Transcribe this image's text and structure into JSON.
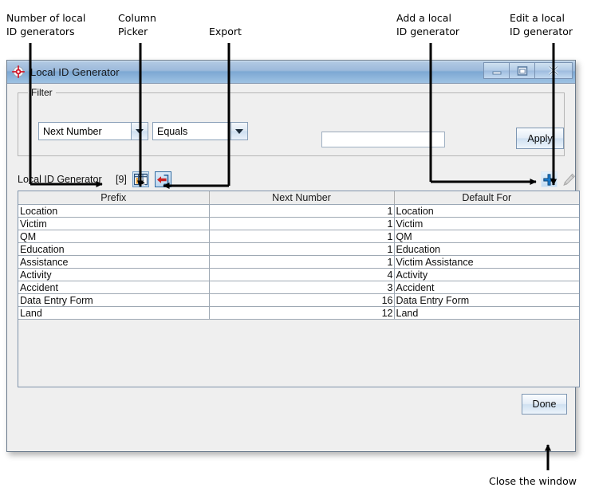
{
  "annotations": [
    {
      "id": "count",
      "text": "Number of local\nID generators"
    },
    {
      "id": "column_picker",
      "text": "Column\nPicker"
    },
    {
      "id": "export",
      "text": "Export"
    },
    {
      "id": "add",
      "text": "Add a local\nID generator"
    },
    {
      "id": "edit",
      "text": "Edit a local\nID generator"
    },
    {
      "id": "close",
      "text": "Close the window"
    }
  ],
  "window": {
    "title": "Local ID Generator",
    "icon": "target-crosshair-icon",
    "minimize_label": "Minimize",
    "maximize_label": "Maximize",
    "close_label": "Close"
  },
  "filter": {
    "legend": "Filter",
    "field_value": "Next Number",
    "operator_value": "Equals",
    "value_text": "",
    "value_placeholder": "",
    "apply_label": "Apply"
  },
  "toolbar": {
    "title": "Local ID Generator",
    "count": "[9]",
    "column_picker_name": "Column Picker",
    "export_name": "Export",
    "add_name": "Add",
    "edit_name": "Edit"
  },
  "table": {
    "columns": [
      "Prefix",
      "Next Number",
      "Default For"
    ],
    "rows": [
      {
        "prefix": "Location",
        "next_number": "1",
        "default_for": "Location"
      },
      {
        "prefix": "Victim",
        "next_number": "1",
        "default_for": "Victim"
      },
      {
        "prefix": "QM",
        "next_number": "1",
        "default_for": "QM"
      },
      {
        "prefix": "Education",
        "next_number": "1",
        "default_for": "Education"
      },
      {
        "prefix": "Assistance",
        "next_number": "1",
        "default_for": "Victim Assistance"
      },
      {
        "prefix": "Activity",
        "next_number": "4",
        "default_for": "Activity"
      },
      {
        "prefix": "Accident",
        "next_number": "3",
        "default_for": "Accident"
      },
      {
        "prefix": "Data Entry Form",
        "next_number": "16",
        "default_for": "Data Entry Form"
      },
      {
        "prefix": "Land",
        "next_number": "12",
        "default_for": "Land"
      }
    ]
  },
  "footer": {
    "done_label": "Done"
  },
  "colors": {
    "titlebar_accent": "#7da8d3",
    "dialog_bg": "#efefef",
    "add_plus": "#1a7fd4",
    "export_arrow": "#cc2222",
    "annotation_line": "#000000"
  }
}
